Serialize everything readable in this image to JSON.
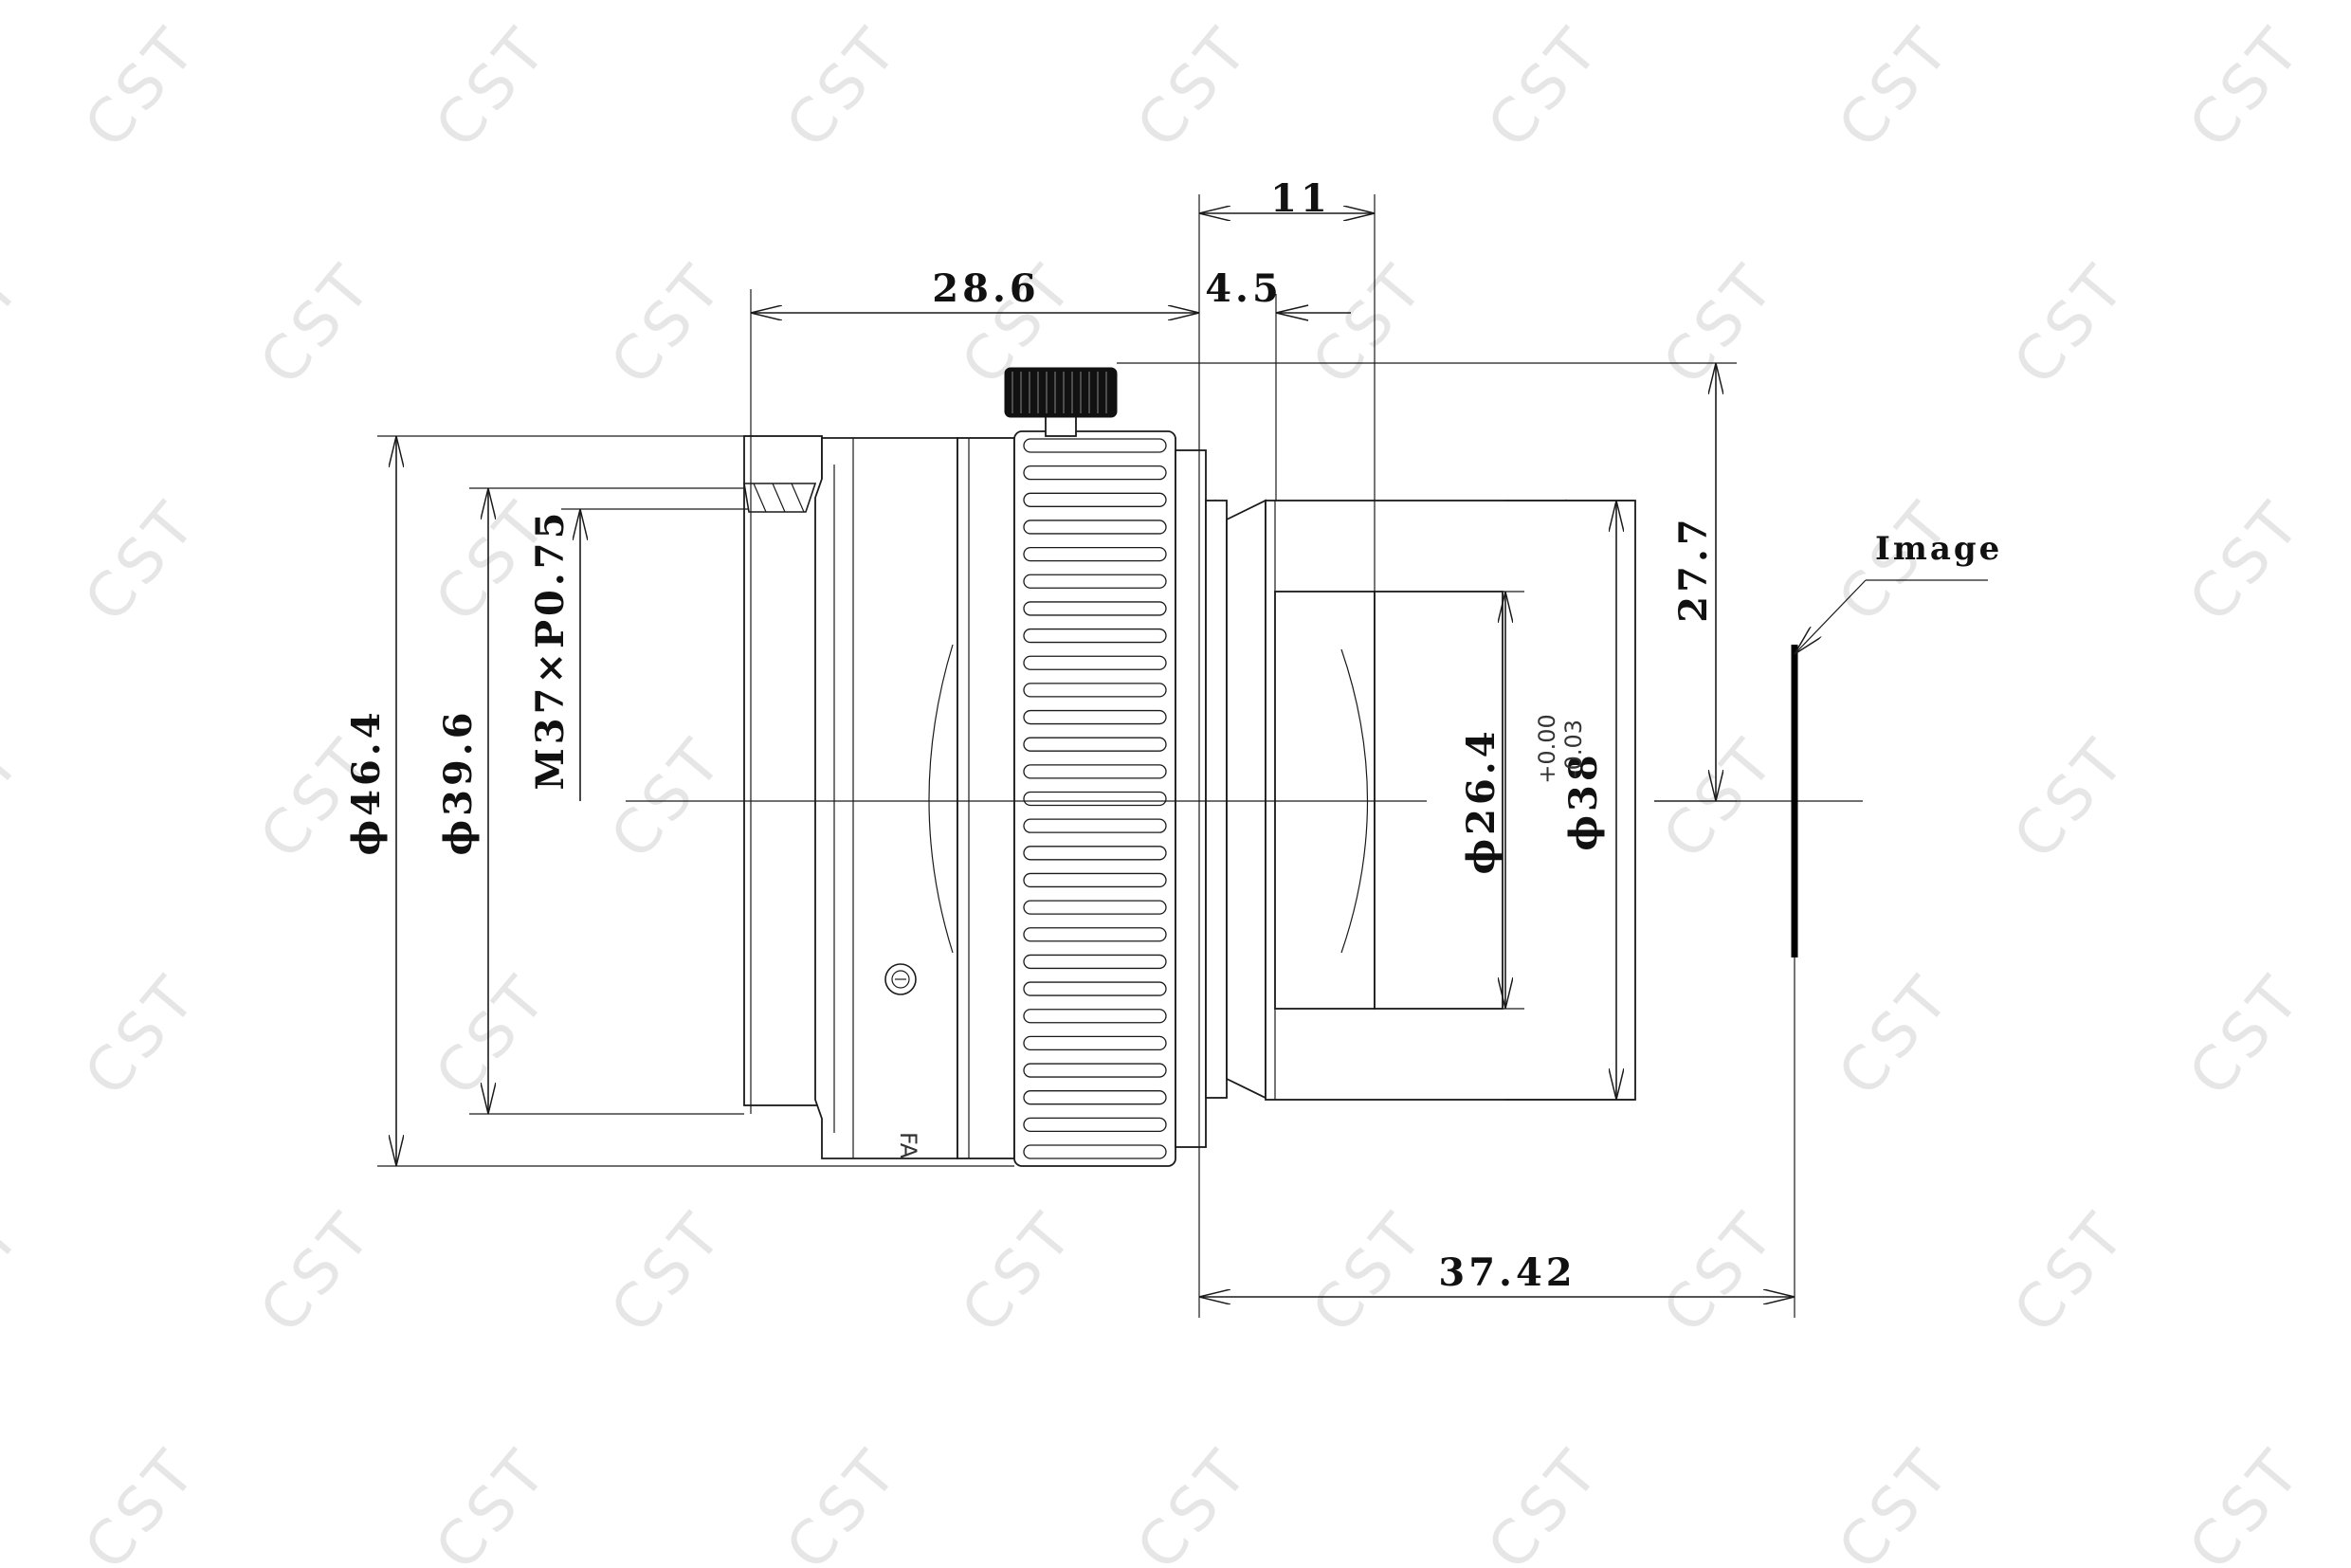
{
  "drawing": {
    "watermark": "CST",
    "image_label": "Image",
    "thread_label": "M37×P0.75",
    "tolerance": {
      "upper": "+0.00",
      "lower": "-0.03"
    },
    "marking": "FA"
  },
  "dimensions": {
    "d_11": "11",
    "d_28_6": "28.6",
    "d_4_5": "4.5",
    "d_27_7": "27.7",
    "d_37_42": "37.42",
    "dia_46_4": "ϕ46.4",
    "dia_39_6": "ϕ39.6",
    "dia_26_4": "ϕ26.4",
    "dia_38": "ϕ38"
  }
}
